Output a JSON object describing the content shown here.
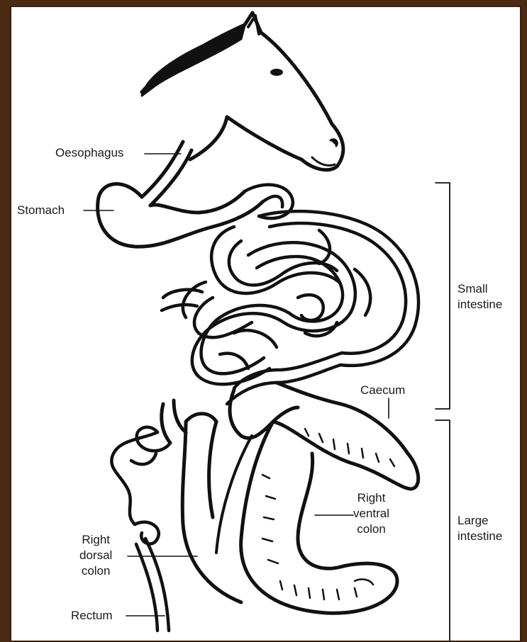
{
  "labels": {
    "oesophagus": "Oesophagus",
    "stomach": "Stomach",
    "small_intestine": [
      "Small",
      "intestine"
    ],
    "caecum": "Caecum",
    "right_ventral_colon": [
      "Right",
      "ventral",
      "colon"
    ],
    "large_intestine": [
      "Large",
      "intestine"
    ],
    "right_dorsal_colon": [
      "Right",
      "dorsal",
      "colon"
    ],
    "rectum": "Rectum"
  },
  "colors": {
    "frame": "#4a2a12",
    "background": "#ffffff",
    "ink": "#111111"
  }
}
